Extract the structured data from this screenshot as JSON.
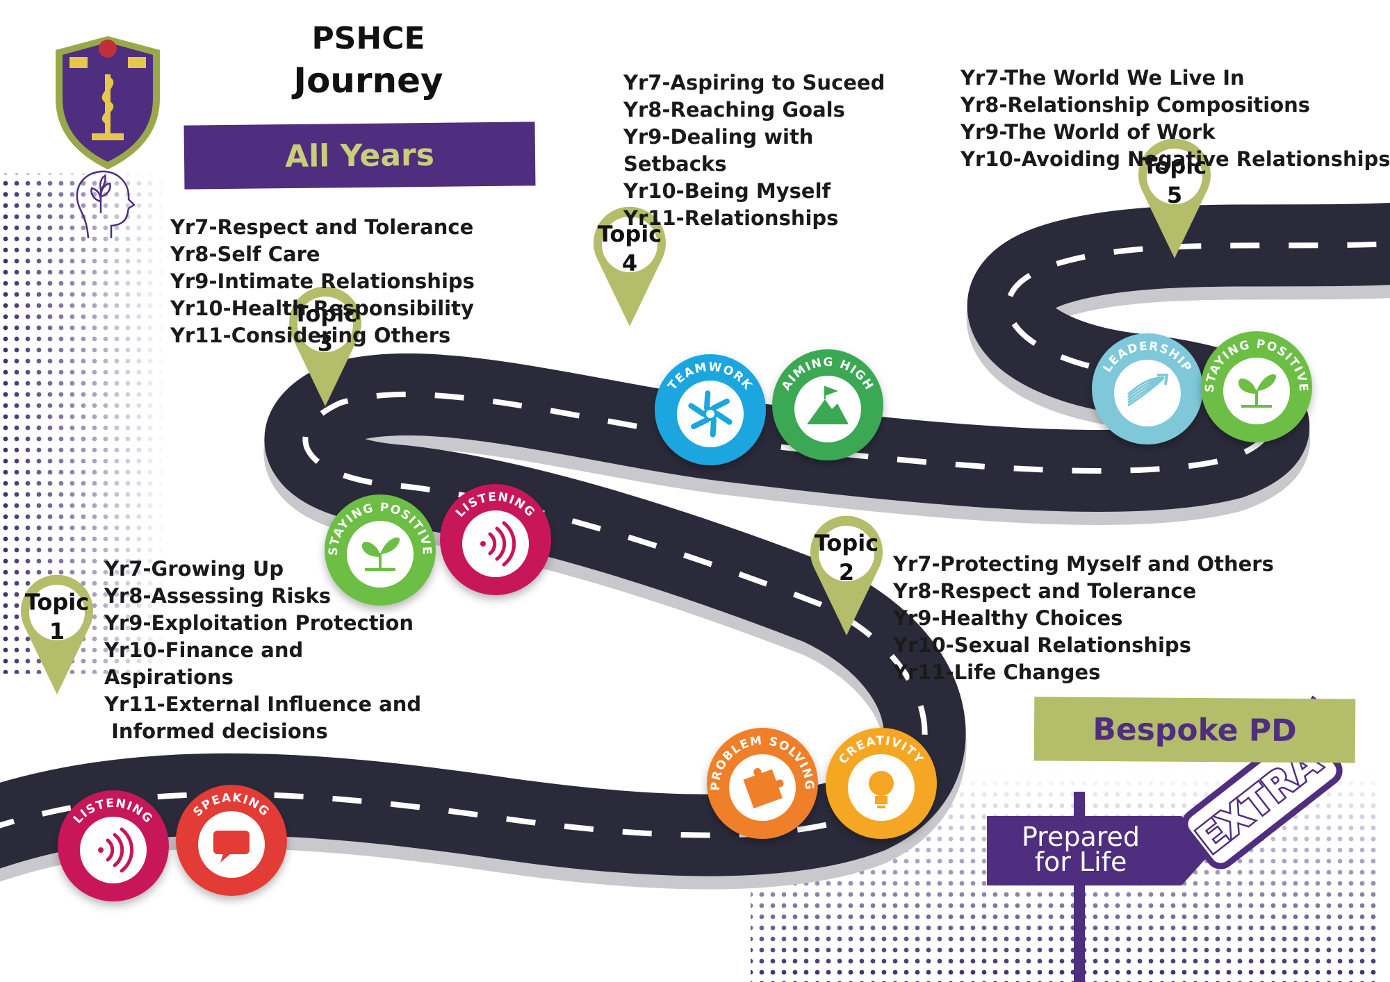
{
  "title": {
    "line1": "PSHCE",
    "line2": "Journey"
  },
  "banner_all_years": "All Years",
  "banner_bespoke": "Bespoke PD",
  "signpost": {
    "line1": "Prepared",
    "line2": "for Life"
  },
  "extra_tag": "EXTRA",
  "topics": [
    {
      "label": "Topic",
      "number": "1"
    },
    {
      "label": "Topic",
      "number": "2"
    },
    {
      "label": "Topic",
      "number": "3"
    },
    {
      "label": "Topic",
      "number": "4"
    },
    {
      "label": "Topic",
      "number": "5"
    }
  ],
  "lists": {
    "all_years": [
      "Yr7-Respect and Tolerance",
      "Yr8-Self Care",
      "Yr9-Intimate Relationships",
      "Yr10-Health Responsibility",
      "Yr11-Considering Others"
    ],
    "topic1": [
      "Yr7-Growing Up",
      "Yr8-Assessing Risks",
      "Yr9-Exploitation Protection",
      "Yr10-Finance and",
      "Aspirations",
      "Yr11-External Influence and",
      " Informed decisions"
    ],
    "topic2": [
      "Yr7-Protecting Myself and Others",
      "Yr8-Respect and Tolerance",
      "Yr9-Healthy Choices",
      "Yr10-Sexual Relationships",
      "Yr11-Life Changes"
    ],
    "topic4": [
      "Yr7-Aspiring to Suceed",
      "Yr8-Reaching Goals",
      "Yr9-Dealing with",
      "Setbacks",
      "Yr10-Being Myself",
      "Yr11-Relationships"
    ],
    "topic5": [
      "Yr7-The World We Live In",
      "Yr8-Relationship Compositions",
      "Yr9-The World of Work",
      "Yr10-Avoiding Negative Relationships"
    ]
  },
  "badges": [
    {
      "label": "LISTENING",
      "icon": "sound-waves-icon",
      "color": "#c7185a"
    },
    {
      "label": "SPEAKING",
      "icon": "speech-bubble-icon",
      "color": "#e33b35"
    },
    {
      "label": "STAYING POSITIVE",
      "icon": "seedling-icon",
      "color": "#6cbe45"
    },
    {
      "label": "LISTENING",
      "icon": "sound-waves-icon",
      "color": "#c7185a"
    },
    {
      "label": "PROBLEM SOLVING",
      "icon": "puzzle-piece-icon",
      "color": "#f07f2a"
    },
    {
      "label": "CREATIVITY",
      "icon": "lightbulb-icon",
      "color": "#f5a623"
    },
    {
      "label": "TEAMWORK",
      "icon": "team-circle-icon",
      "color": "#1ea6df"
    },
    {
      "label": "AIMING HIGH",
      "icon": "mountain-flag-icon",
      "color": "#3aa852"
    },
    {
      "label": "LEADERSHIP",
      "icon": "arrow-burst-icon",
      "color": "#7ec8d9"
    },
    {
      "label": "STAYING POSITIVE",
      "icon": "seedling-icon",
      "color": "#6cbe45"
    }
  ],
  "colors": {
    "purple": "#4f2d7f",
    "olive": "#b3bd6a",
    "olive_text": "#c8cf79",
    "road": "#2b2a3a",
    "road_side": "#c8c8cc",
    "pin": "#b3bd6a"
  }
}
